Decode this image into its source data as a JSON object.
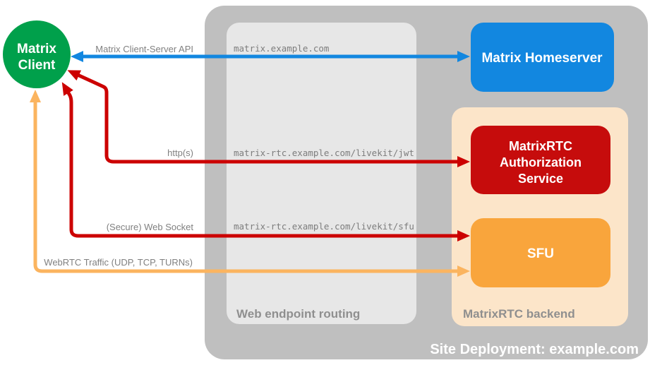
{
  "diagram": {
    "title": "Site Deployment: example.com",
    "client": {
      "line1": "Matrix",
      "line2": "Client"
    },
    "homeserver": {
      "label": "Matrix Homeserver"
    },
    "auth_service": {
      "line1": "MatrixRTC",
      "line2": "Authorization",
      "line3": "Service"
    },
    "sfu": {
      "label": "SFU"
    },
    "web_routing": {
      "label": "Web endpoint routing",
      "endpoint_homeserver": "matrix.example.com",
      "endpoint_jwt": "matrix-rtc.example.com/livekit/jwt",
      "endpoint_sfu": "matrix-rtc.example.com/livekit/sfu"
    },
    "backend": {
      "label": "MatrixRTC backend"
    },
    "connections": {
      "client_server_api": "Matrix Client-Server API",
      "https": "http(s)",
      "websocket": "(Secure) Web Socket",
      "webrtc": "WebRTC Traffic (UDP, TCP, TURNs)"
    },
    "colors": {
      "client_green": "#00a04b",
      "homeserver_blue": "#1287e0",
      "auth_red": "#c60c0c",
      "sfu_orange": "#f9a53c",
      "arrow_blue": "#1287e0",
      "arrow_red": "#cc0000",
      "arrow_orange": "#fbb45f",
      "container_gray": "#bfbfbf",
      "routing_gray": "#e7e7e7",
      "backend_peach": "#fce5c9",
      "site_title_white": "#ffffff"
    }
  }
}
